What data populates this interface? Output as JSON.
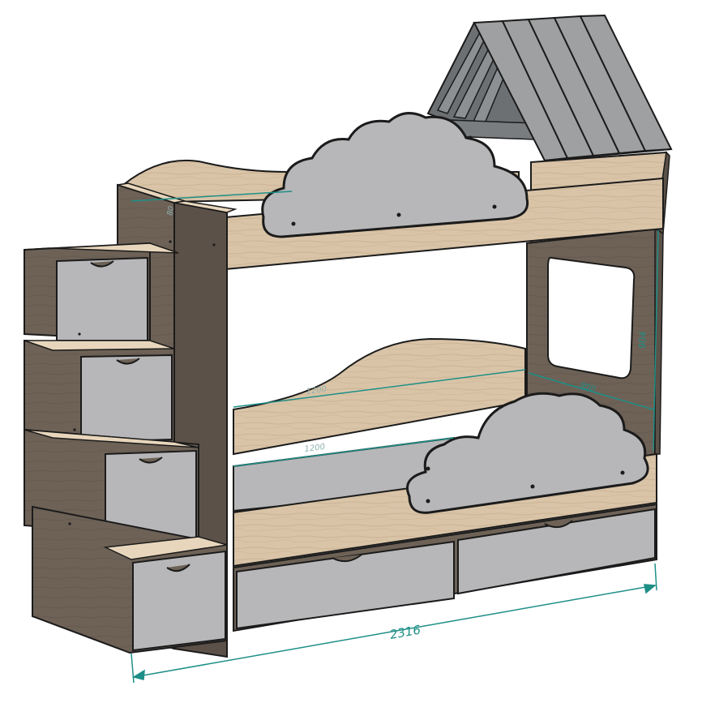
{
  "figure": {
    "dimensions": {
      "overall_length": "2316",
      "side_height": "904",
      "window_width": "900",
      "bed_length_upper": "1200",
      "bed_length_lower": "1200",
      "ladder_width": "80"
    },
    "colors": {
      "outline": "#1b1b1b",
      "dark_wood": "#6e6257",
      "dark_wood_shade": "#5c5148",
      "light_wood": "#d9c4a8",
      "light_wood_shade": "#c9b192",
      "edge": "#e8d6bc",
      "panel_gray": "#b7b7b9",
      "roof_gray": "#9ea0a2",
      "roof_dark": "#6d7072",
      "dimension_teal": "#1d8f86"
    }
  }
}
